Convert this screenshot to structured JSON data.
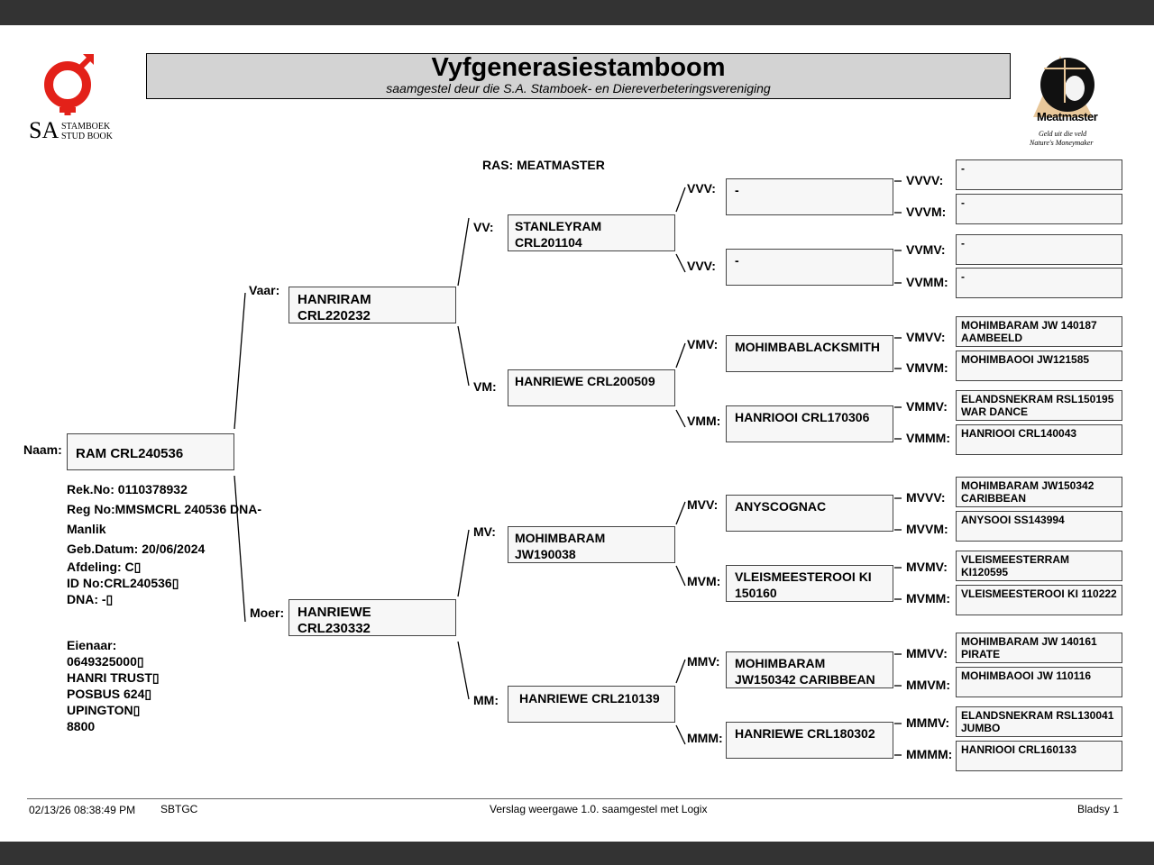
{
  "header": {
    "title": "Vyfgenerasiestamboom",
    "subtitle": "saamgestel deur die S.A. Stamboek- en Diereverbeteringsvereniging",
    "logo_left": {
      "text1": "SA",
      "text2": "STAMBOEK",
      "text3": "STUD BOOK"
    },
    "logo_right": {
      "name": "Meatmaster",
      "tag1": "Geld uit die veld",
      "tag2": "Nature's Moneymaker"
    },
    "breed": "RAS: MEATMASTER"
  },
  "animal": {
    "label": "Naam:",
    "name": "RAM CRL240536",
    "details": [
      "Rek.No: 0110378932",
      "Reg No:MMSMCRL 240536 DNA-",
      "Manlik",
      "Geb.Datum: 20/06/2024",
      "Afdeling: C▯",
      "ID No:CRL240536▯",
      "DNA: -▯"
    ],
    "owner": [
      "Eienaar:",
      "0649325000▯",
      "HANRI TRUST▯",
      "POSBUS 624▯",
      "UPINGTON▯",
      "8800"
    ]
  },
  "gen2": {
    "V": {
      "label": "Vaar:",
      "name": "HANRIRAM CRL220232"
    },
    "M": {
      "label": "Moer:",
      "name": "HANRIEWE CRL230332"
    }
  },
  "gen3": {
    "VV": {
      "label": "VV:",
      "name": "STANLEYRAM CRL201104"
    },
    "VM": {
      "label": "VM:",
      "name": "HANRIEWE CRL200509"
    },
    "MV": {
      "label": "MV:",
      "name": "MOHIMBARAM JW190038"
    },
    "MM": {
      "label": "MM:",
      "name": "HANRIEWE CRL210139"
    }
  },
  "gen4": {
    "VVV": {
      "label": "VVV:",
      "name": "-"
    },
    "VVM": {
      "label": "VVV:",
      "name": "-"
    },
    "VMV": {
      "label": "VMV:",
      "name": "MOHIMBABLACKSMITH"
    },
    "VMM": {
      "label": "VMM:",
      "name": "HANRIOOI CRL170306"
    },
    "MVV": {
      "label": "MVV:",
      "name": "ANYSCOGNAC"
    },
    "MVM": {
      "label": "MVM:",
      "name": "VLEISMEESTEROOI KI 150160"
    },
    "MMV": {
      "label": "MMV:",
      "name": "MOHIMBARAM JW150342 CARIBBEAN"
    },
    "MMM": {
      "label": "MMM:",
      "name": "HANRIEWE CRL180302"
    }
  },
  "gen5": {
    "VVVV": {
      "label": "VVVV:",
      "name": "-"
    },
    "VVVM": {
      "label": "VVVM:",
      "name": "-"
    },
    "VVMV": {
      "label": "VVMV:",
      "name": "-"
    },
    "VVMM": {
      "label": "VVMM:",
      "name": "-"
    },
    "VMVV": {
      "label": "VMVV:",
      "name": "MOHIMBARAM JW 140187 AAMBEELD"
    },
    "VMVM": {
      "label": "VMVM:",
      "name": "MOHIMBAOOI JW121585"
    },
    "VMMV": {
      "label": "VMMV:",
      "name": "ELANDSNEKRAM RSL150195 WAR DANCE"
    },
    "VMMM": {
      "label": "VMMM:",
      "name": "HANRIOOI CRL140043"
    },
    "MVVV": {
      "label": "MVVV:",
      "name": "MOHIMBARAM JW150342 CARIBBEAN"
    },
    "MVVM": {
      "label": "MVVM:",
      "name": "ANYSOOI SS143994"
    },
    "MVMV": {
      "label": "MVMV:",
      "name": "VLEISMEESTERRAM KI120595"
    },
    "MVMM": {
      "label": "MVMM:",
      "name": "VLEISMEESTEROOI KI 110222"
    },
    "MMVV": {
      "label": "MMVV:",
      "name": "MOHIMBARAM JW 140161 PIRATE"
    },
    "MMVM": {
      "label": "MMVM:",
      "name": "MOHIMBAOOI JW 110116"
    },
    "MMMV": {
      "label": "MMMV:",
      "name": "ELANDSNEKRAM RSL130041 JUMBO"
    },
    "MMMM": {
      "label": "MMMM:",
      "name": "HANRIOOI CRL160133"
    }
  },
  "footer": {
    "datetime": "02/13/26 08:38:49 PM",
    "code": "SBTGC",
    "version": "Verslag weergawe 1.0. saamgestel met Logix",
    "page": "Bladsy 1"
  },
  "colors": {
    "logo_red": "#e32119",
    "title_bg": "#d3d3d3",
    "box_bg": "#f7f7f7",
    "frame": "#333333"
  }
}
